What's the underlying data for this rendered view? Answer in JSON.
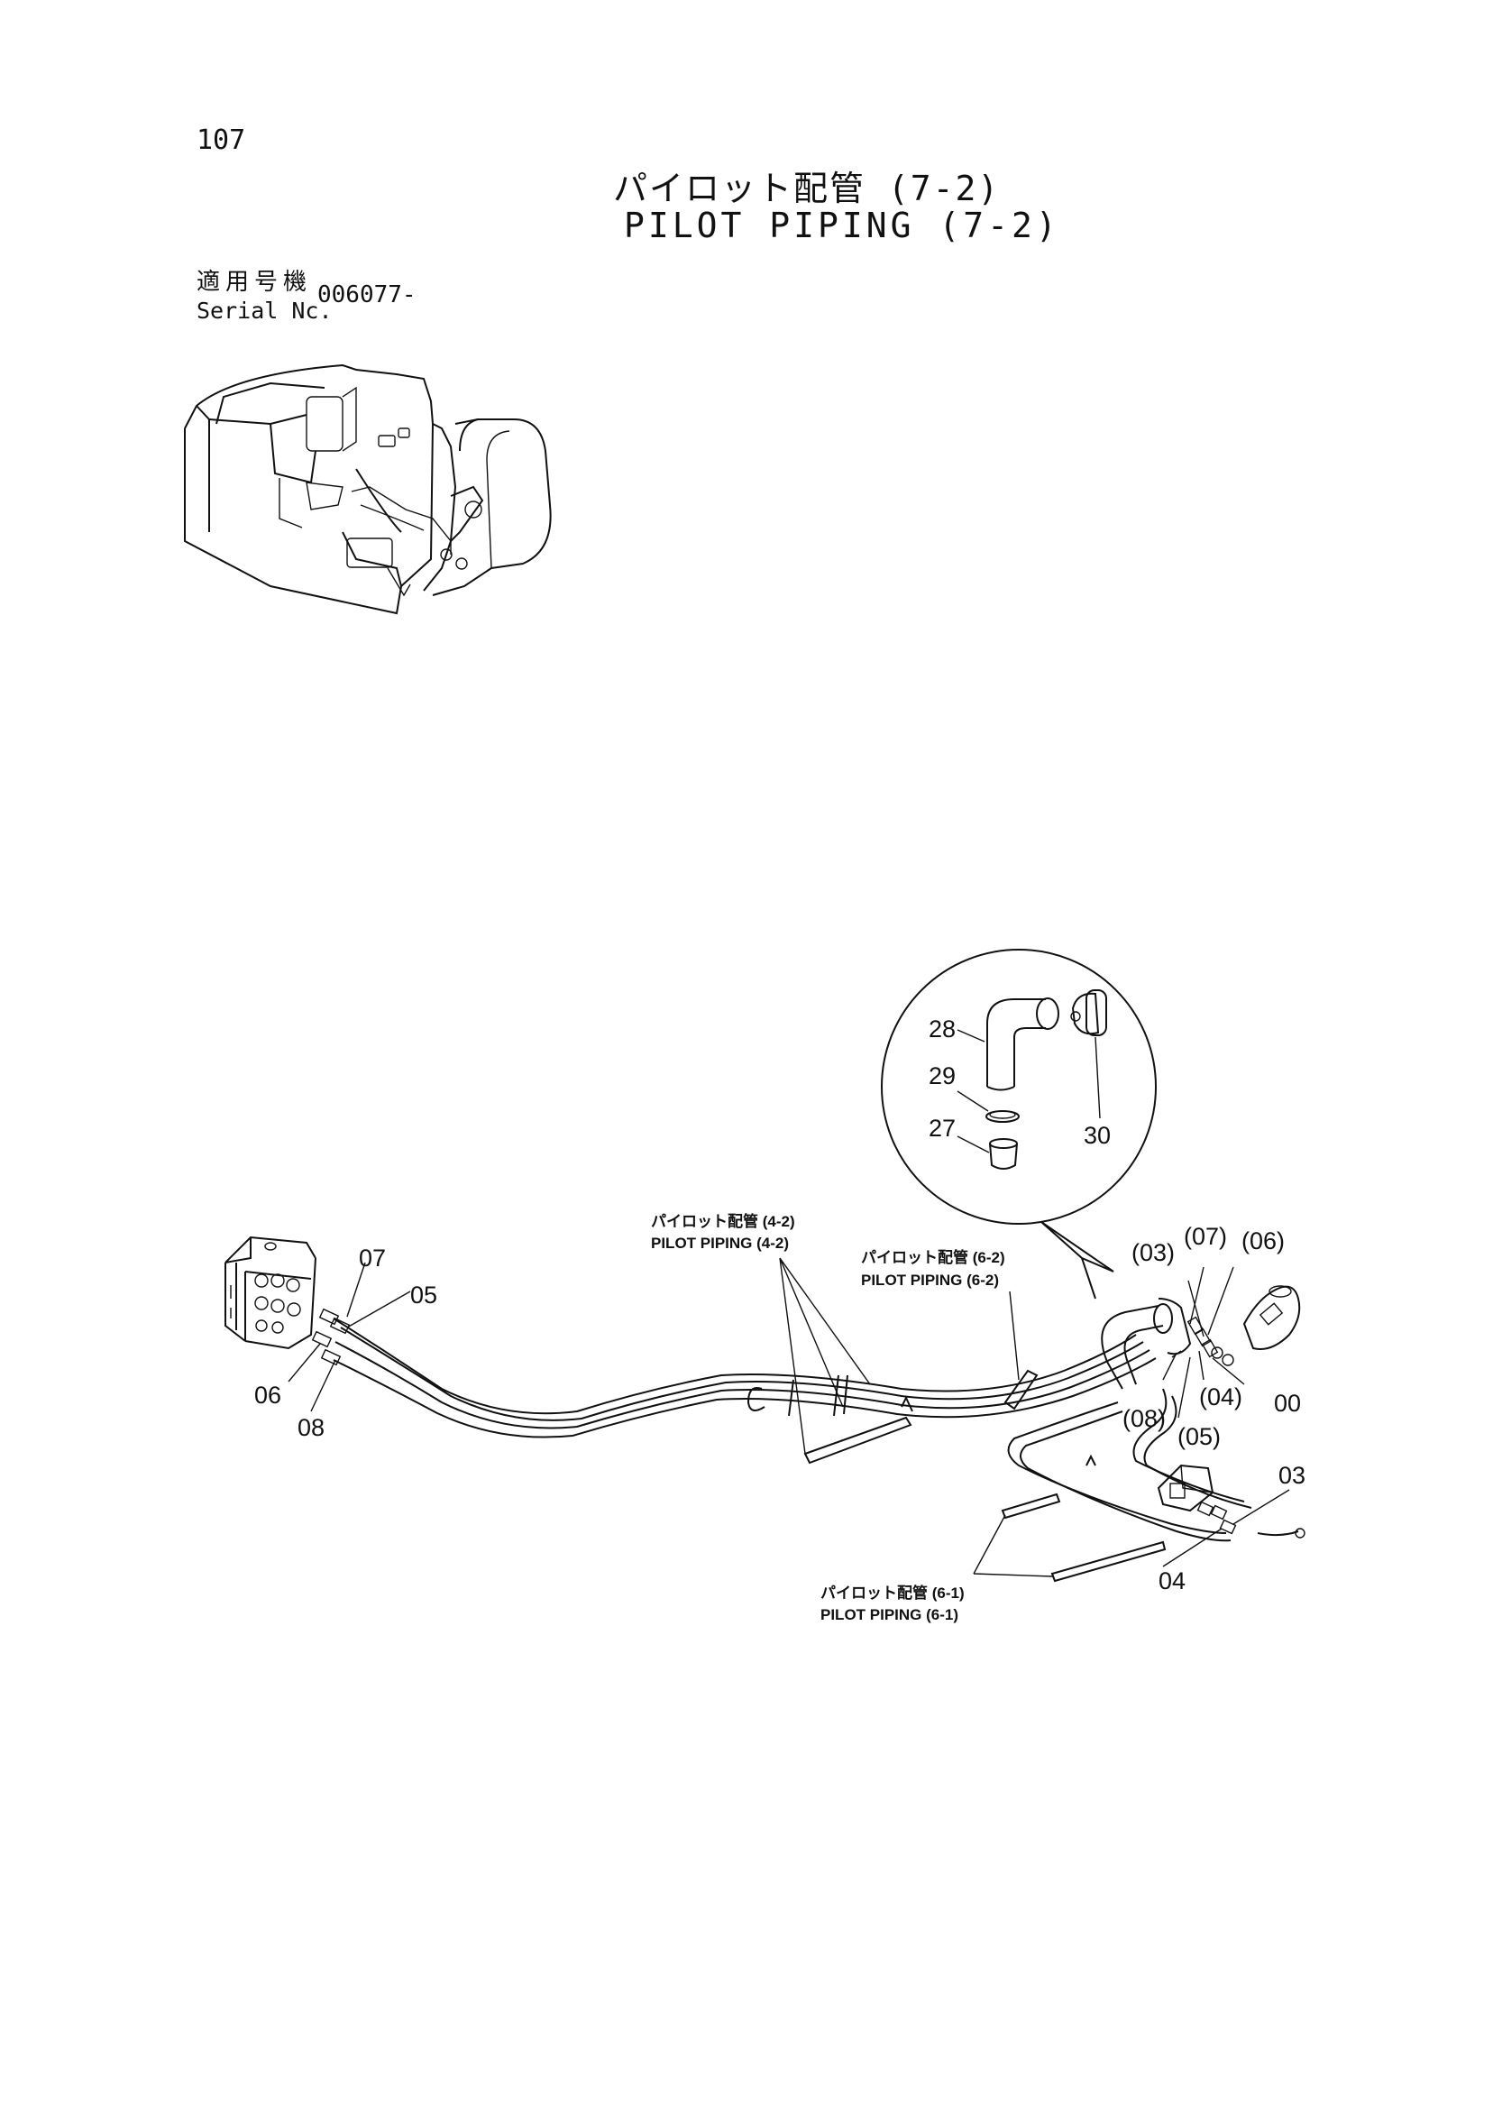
{
  "page": {
    "number": "107"
  },
  "title": {
    "jp": "パイロット配管 (7-2)",
    "en": "PILOT PIPING (7-2)"
  },
  "serial": {
    "label_jp": "適用号機",
    "label_en": "Serial Nc.",
    "value": "006077-"
  },
  "callouts": {
    "c28": "28",
    "c29": "29",
    "c27": "27",
    "c30": "30",
    "c07": "07",
    "c05": "05",
    "c06": "06",
    "c08": "08",
    "p03": "(03)",
    "p07": "(07)",
    "p06": "(06)",
    "p04": "(04)",
    "c00": "00",
    "p08": "(08)",
    "p05": "(05)",
    "c03": "03",
    "c04": "04"
  },
  "references": {
    "ref42_jp": "パイロット配管 (4-2)",
    "ref42_en": "PILOT PIPING (4-2)",
    "ref62_jp": "パイロット配管 (6-2)",
    "ref62_en": "PILOT PIPING (6-2)",
    "ref61_jp": "パイロット配管 (6-1)",
    "ref61_en": "PILOT PIPING (6-1)"
  }
}
